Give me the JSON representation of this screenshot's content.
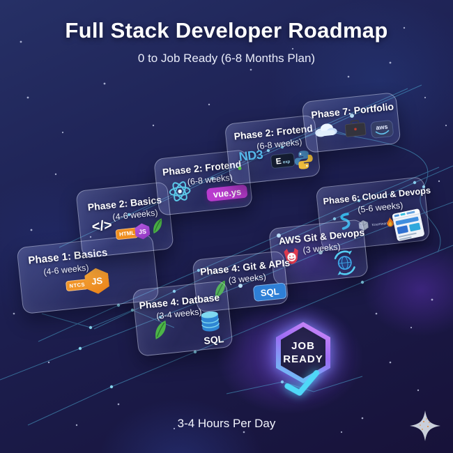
{
  "header": {
    "title": "Full Stack Developer Roadmap",
    "subtitle": "0 to Job Ready (6-8 Months Plan)"
  },
  "cards": {
    "phase1": {
      "title": "Phase 1: Basics",
      "duration": "(4-6 weeks)",
      "ntcs_badge": "NTCS",
      "js_badge": "JS"
    },
    "phase2_basics": {
      "title": "Phase 2: Basics",
      "duration": "(4-6 weeks)",
      "code_glyph": "</>",
      "html_badge": "HTML",
      "js_badge": "JS"
    },
    "phase2_frontend_react": {
      "title": "Phase 2: Frotend",
      "duration": "(6-8 weeks)",
      "vue_badge": "vue.ys"
    },
    "phase2_frontend_node": {
      "title": "Phase 2: Frotend",
      "duration": "(6-8 weeks)",
      "node_label": "ND3",
      "express_label": "E",
      "express_sub": "exp"
    },
    "phase7_portfolio": {
      "title": "Phase 7: Portfolio",
      "aws_label": "aws"
    },
    "phase6_cloud": {
      "title": "Phase 6: Cloud & Devops",
      "duration": "(5-6 weeks)",
      "kubernetes_label": "Kouminares"
    },
    "aws_git_devops": {
      "title": "AWS Git & Devops",
      "duration": "(3 weeks)"
    },
    "phase4_git_apis": {
      "title": "Phase 4: Git & APIs",
      "duration": "(3 weeks)",
      "sql_badge": "SQL"
    },
    "phase4_database": {
      "title": "Phase 4: Datbase",
      "duration": "(3-4 weeks)",
      "sql_label": "SQL"
    }
  },
  "job_ready": {
    "line1": "JOB",
    "line2": "READY"
  },
  "footer": {
    "hours": "3-4 Hours Per Day"
  },
  "colors": {
    "background": "#1d2052",
    "accent_cyan": "#57c8ee",
    "accent_purple": "#9a5cf0",
    "orange": "#f09428",
    "green_leaf": "#4db548",
    "sql_blue": "#2e7fd6",
    "vue_magenta": "#c63ed8",
    "gitlab_red": "#e23c50"
  }
}
